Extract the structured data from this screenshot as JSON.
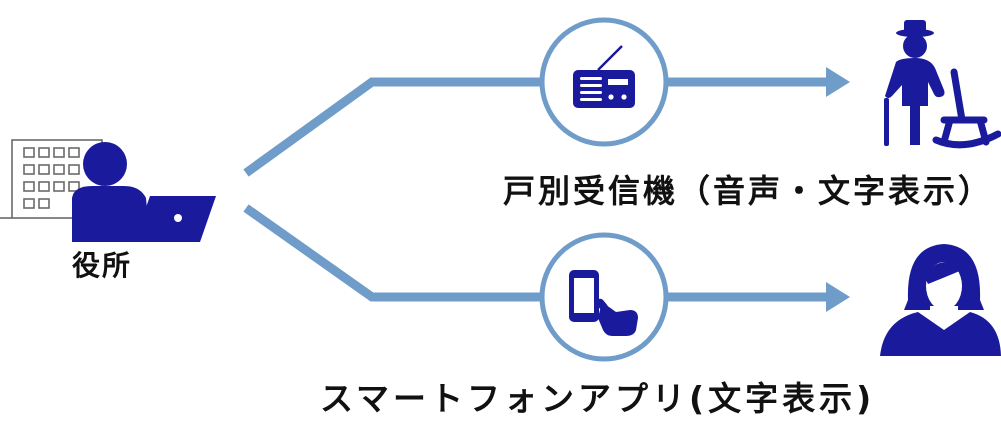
{
  "labels": {
    "office": "役所",
    "radio_receiver": "戸別受信機（音声・文字表示）",
    "smartphone_app": "スマートフォンアプリ(文字表示)"
  },
  "colors": {
    "icon_blue": "#1a1a9c",
    "arrow_blue": "#6f9cc9",
    "building_gray": "#6b6b6b",
    "text": "#111111"
  },
  "icons": {
    "office_worker": "person-with-laptop-icon",
    "building": "building-icon",
    "radio": "radio-icon",
    "smartphone": "smartphone-tap-icon",
    "elderly": "elderly-person-icon",
    "rocking_chair": "rocking-chair-icon",
    "woman": "woman-icon"
  }
}
